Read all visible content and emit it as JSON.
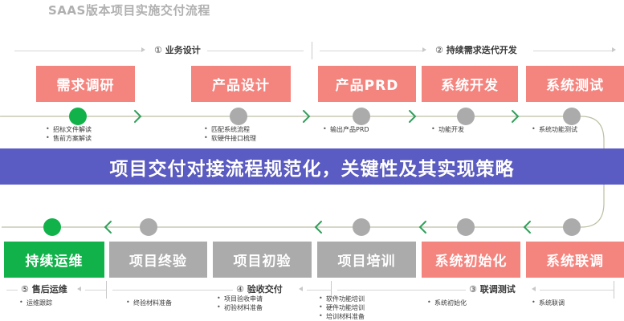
{
  "document": {
    "title": "SAAS版本项目实施交付流程"
  },
  "banner": {
    "text": "项目交付对接流程规范化，关键性及其实现策略",
    "background": "#5B5BC4",
    "text_color": "#ffffff"
  },
  "colors": {
    "pink": "#F4847E",
    "grey": "#ABABAB",
    "green": "#12B24B",
    "line": "#BDBFA3",
    "chevron": "#2EA05A",
    "rule": "#d6d6d6"
  },
  "phases_top": [
    {
      "num": "①",
      "label": "业务设计"
    },
    {
      "num": "②",
      "label": "持续需求迭代开发"
    }
  ],
  "phases_bottom": [
    {
      "num": "⑤",
      "label": "售后运维"
    },
    {
      "num": "④",
      "label": "验收交付"
    },
    {
      "num": "③",
      "label": "联调测试"
    }
  ],
  "top_row": {
    "boxes": [
      {
        "label": "需求调研",
        "color": "pink",
        "marker": "green"
      },
      {
        "label": "产品设计",
        "color": "pink",
        "marker": "grey"
      },
      {
        "label": "产品PRD",
        "color": "pink",
        "marker": "grey"
      },
      {
        "label": "系统开发",
        "color": "pink",
        "marker": "grey"
      },
      {
        "label": "系统测试",
        "color": "pink",
        "marker": "grey"
      }
    ],
    "bullets": [
      [
        "招标文件解读",
        "售前方案解读"
      ],
      [
        "匹配系统流程",
        "软硬件接口梳理"
      ],
      [
        "输出产品PRD"
      ],
      [
        "功能开发"
      ],
      [
        "系统功能测试"
      ]
    ]
  },
  "bottom_row": {
    "boxes": [
      {
        "label": "持续运维",
        "color": "green",
        "marker": "green"
      },
      {
        "label": "项目终验",
        "color": "grey",
        "marker": "grey"
      },
      {
        "label": "项目初验",
        "color": "grey",
        "marker": "grey"
      },
      {
        "label": "项目培训",
        "color": "grey",
        "marker": "grey"
      },
      {
        "label": "系统初始化",
        "color": "pink",
        "marker": "grey"
      },
      {
        "label": "系统联调",
        "color": "pink",
        "marker": "grey"
      }
    ],
    "bullets": [
      [
        "运维跟踪"
      ],
      [
        "终验材料准备"
      ],
      [
        "项目验收申请",
        "初验材料准备"
      ],
      [
        "软件功能培训",
        "硬件功能培训",
        "培训材料准备"
      ],
      [
        "系统初始化"
      ],
      [
        "系统联调"
      ]
    ]
  }
}
